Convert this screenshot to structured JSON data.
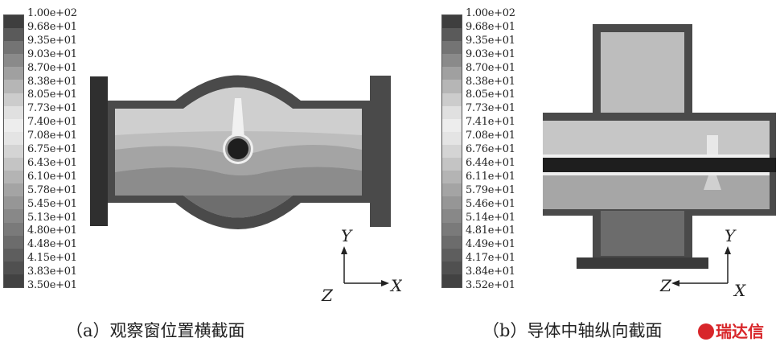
{
  "legend": {
    "labels_a": [
      "1.00e+02",
      "9.68e+01",
      "9.35e+01",
      "9.03e+01",
      "8.70e+01",
      "8.38e+01",
      "8.05e+01",
      "7.73e+01",
      "7.40e+01",
      "7.08e+01",
      "6.75e+01",
      "6.43e+01",
      "6.10e+01",
      "5.78e+01",
      "5.45e+01",
      "5.13e+01",
      "4.80e+01",
      "4.48e+01",
      "4.15e+01",
      "3.83e+01",
      "3.50e+01"
    ],
    "labels_b": [
      "1.00e+02",
      "9.68e+01",
      "9.35e+01",
      "9.03e+01",
      "8.70e+01",
      "8.38e+01",
      "8.05e+01",
      "7.73e+01",
      "7.41e+01",
      "7.08e+01",
      "6.76e+01",
      "6.44e+01",
      "6.11e+01",
      "5.79e+01",
      "5.46e+01",
      "5.14e+01",
      "4.81e+01",
      "4.49e+01",
      "4.17e+01",
      "3.84e+01",
      "3.52e+01"
    ],
    "colors": [
      "#3e3e3e",
      "#5a5a5a",
      "#747474",
      "#8a8a8a",
      "#a0a0a0",
      "#b6b6b6",
      "#cccccc",
      "#e0e0e0",
      "#ededed",
      "#e4e4e4",
      "#d4d4d4",
      "#c4c4c4",
      "#b4b4b4",
      "#a4a4a4",
      "#969696",
      "#888888",
      "#7a7a7a",
      "#6c6c6c",
      "#5e5e5e",
      "#505050",
      "#424242"
    ]
  },
  "axes": {
    "y": "Y",
    "x": "X",
    "z": "Z"
  },
  "captions": {
    "a": "（a）观察窗位置横截面",
    "b": "（b）导体中轴纵向截面"
  },
  "watermark": "瑞达信"
}
